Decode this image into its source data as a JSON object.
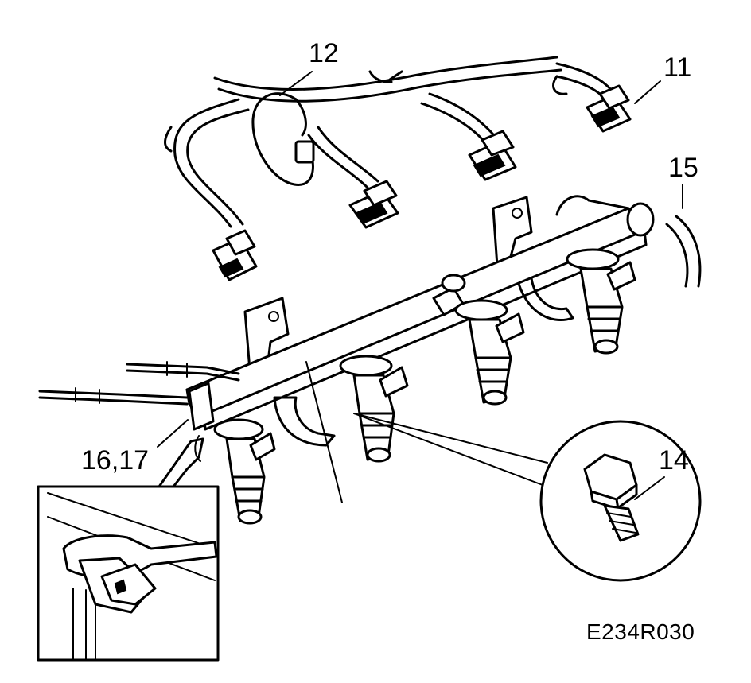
{
  "callouts": {
    "c12": "12",
    "c11": "11",
    "c15": "15",
    "c14": "14",
    "c1617": "16,17"
  },
  "figure_code": "E234R030",
  "colors": {
    "line": "#000000",
    "background": "#ffffff"
  }
}
